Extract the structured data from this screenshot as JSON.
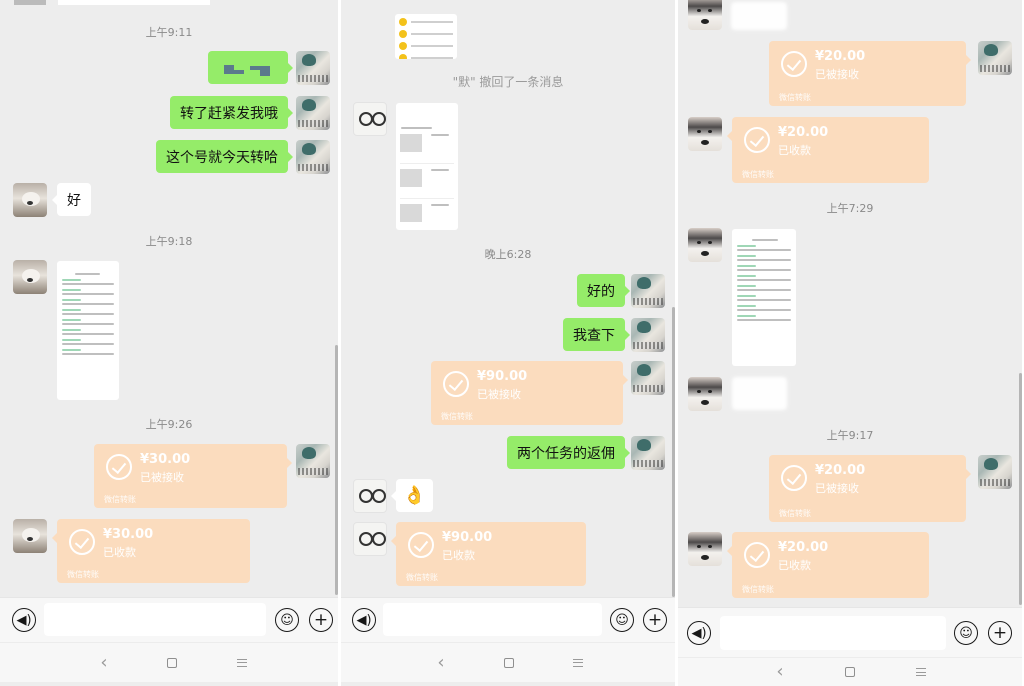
{
  "panels": [
    {
      "id": "left",
      "messages": [
        {
          "type": "time",
          "text": "上午9:11"
        },
        {
          "type": "text-redacted",
          "side": "out"
        },
        {
          "type": "text",
          "side": "out",
          "text": "转了赶紧发我哦"
        },
        {
          "type": "text",
          "side": "out",
          "text": "这个号就今天转哈"
        },
        {
          "type": "text",
          "side": "in",
          "text": "好"
        },
        {
          "type": "time",
          "text": "上午9:18"
        },
        {
          "type": "image",
          "side": "in",
          "desc": "screenshot-of-task-list"
        },
        {
          "type": "time",
          "text": "上午9:26"
        },
        {
          "type": "transfer",
          "side": "out",
          "amount": "¥30.00",
          "status": "已被接收",
          "footer": "微信转账"
        },
        {
          "type": "transfer",
          "side": "in",
          "amount": "¥30.00",
          "status": "已收款",
          "footer": "微信转账"
        }
      ]
    },
    {
      "id": "middle",
      "messages": [
        {
          "type": "image",
          "side": "in",
          "desc": "screenshot-of-coin-list"
        },
        {
          "type": "system",
          "text": "\"默\" 撤回了一条消息"
        },
        {
          "type": "image",
          "side": "in",
          "desc": "screenshot-of-orders"
        },
        {
          "type": "time",
          "text": "晚上6:28"
        },
        {
          "type": "text",
          "side": "out",
          "text": "好的"
        },
        {
          "type": "text",
          "side": "out",
          "text": "我查下"
        },
        {
          "type": "transfer",
          "side": "out",
          "amount": "¥90.00",
          "status": "已被接收",
          "footer": "微信转账"
        },
        {
          "type": "text",
          "side": "out",
          "text": "两个任务的返佣"
        },
        {
          "type": "emoji",
          "side": "in",
          "text": "👌"
        },
        {
          "type": "transfer",
          "side": "in",
          "amount": "¥90.00",
          "status": "已收款",
          "footer": "微信转账"
        }
      ]
    },
    {
      "id": "right",
      "messages": [
        {
          "type": "blurred",
          "side": "in"
        },
        {
          "type": "transfer",
          "side": "out",
          "amount": "¥20.00",
          "status": "已被接收",
          "footer": "微信转账"
        },
        {
          "type": "transfer",
          "side": "in",
          "amount": "¥20.00",
          "status": "已收款",
          "footer": "微信转账"
        },
        {
          "type": "time",
          "text": "上午7:29"
        },
        {
          "type": "image",
          "side": "in",
          "desc": "screenshot-of-task-records"
        },
        {
          "type": "blurred",
          "side": "in"
        },
        {
          "type": "time",
          "text": "上午9:17"
        },
        {
          "type": "transfer",
          "side": "out",
          "amount": "¥20.00",
          "status": "已被接收",
          "footer": "微信转账"
        },
        {
          "type": "transfer",
          "side": "in",
          "amount": "¥20.00",
          "status": "已收款",
          "footer": "微信转账"
        }
      ]
    }
  ],
  "input_bar": {
    "voice_icon": "voice-icon",
    "emoji_icon": "emoji-icon",
    "plus_icon": "plus-icon",
    "placeholder": ""
  },
  "nav_bar": {
    "back_icon": "‹",
    "home_icon": "home-square-icon",
    "menu_icon": "menu-lines-icon"
  },
  "colors": {
    "background": "#ededed",
    "outgoing_bubble": "#95ec69",
    "incoming_bubble": "#ffffff",
    "transfer_bubble": "#fbdcbe",
    "time_text": "#8a8a8a"
  }
}
